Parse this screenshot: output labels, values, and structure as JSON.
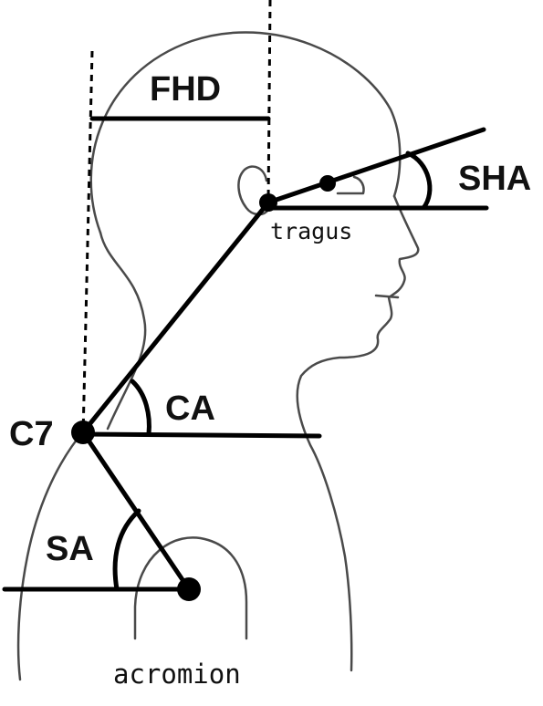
{
  "labels": {
    "fhd": "FHD",
    "sha": "SHA",
    "ca": "CA",
    "sa": "SA",
    "c7": "C7",
    "tragus": "tragus",
    "acromion": "acromion"
  },
  "colors": {
    "line": "#000000",
    "outline": "#4a4a4a",
    "background": "#ffffff"
  }
}
